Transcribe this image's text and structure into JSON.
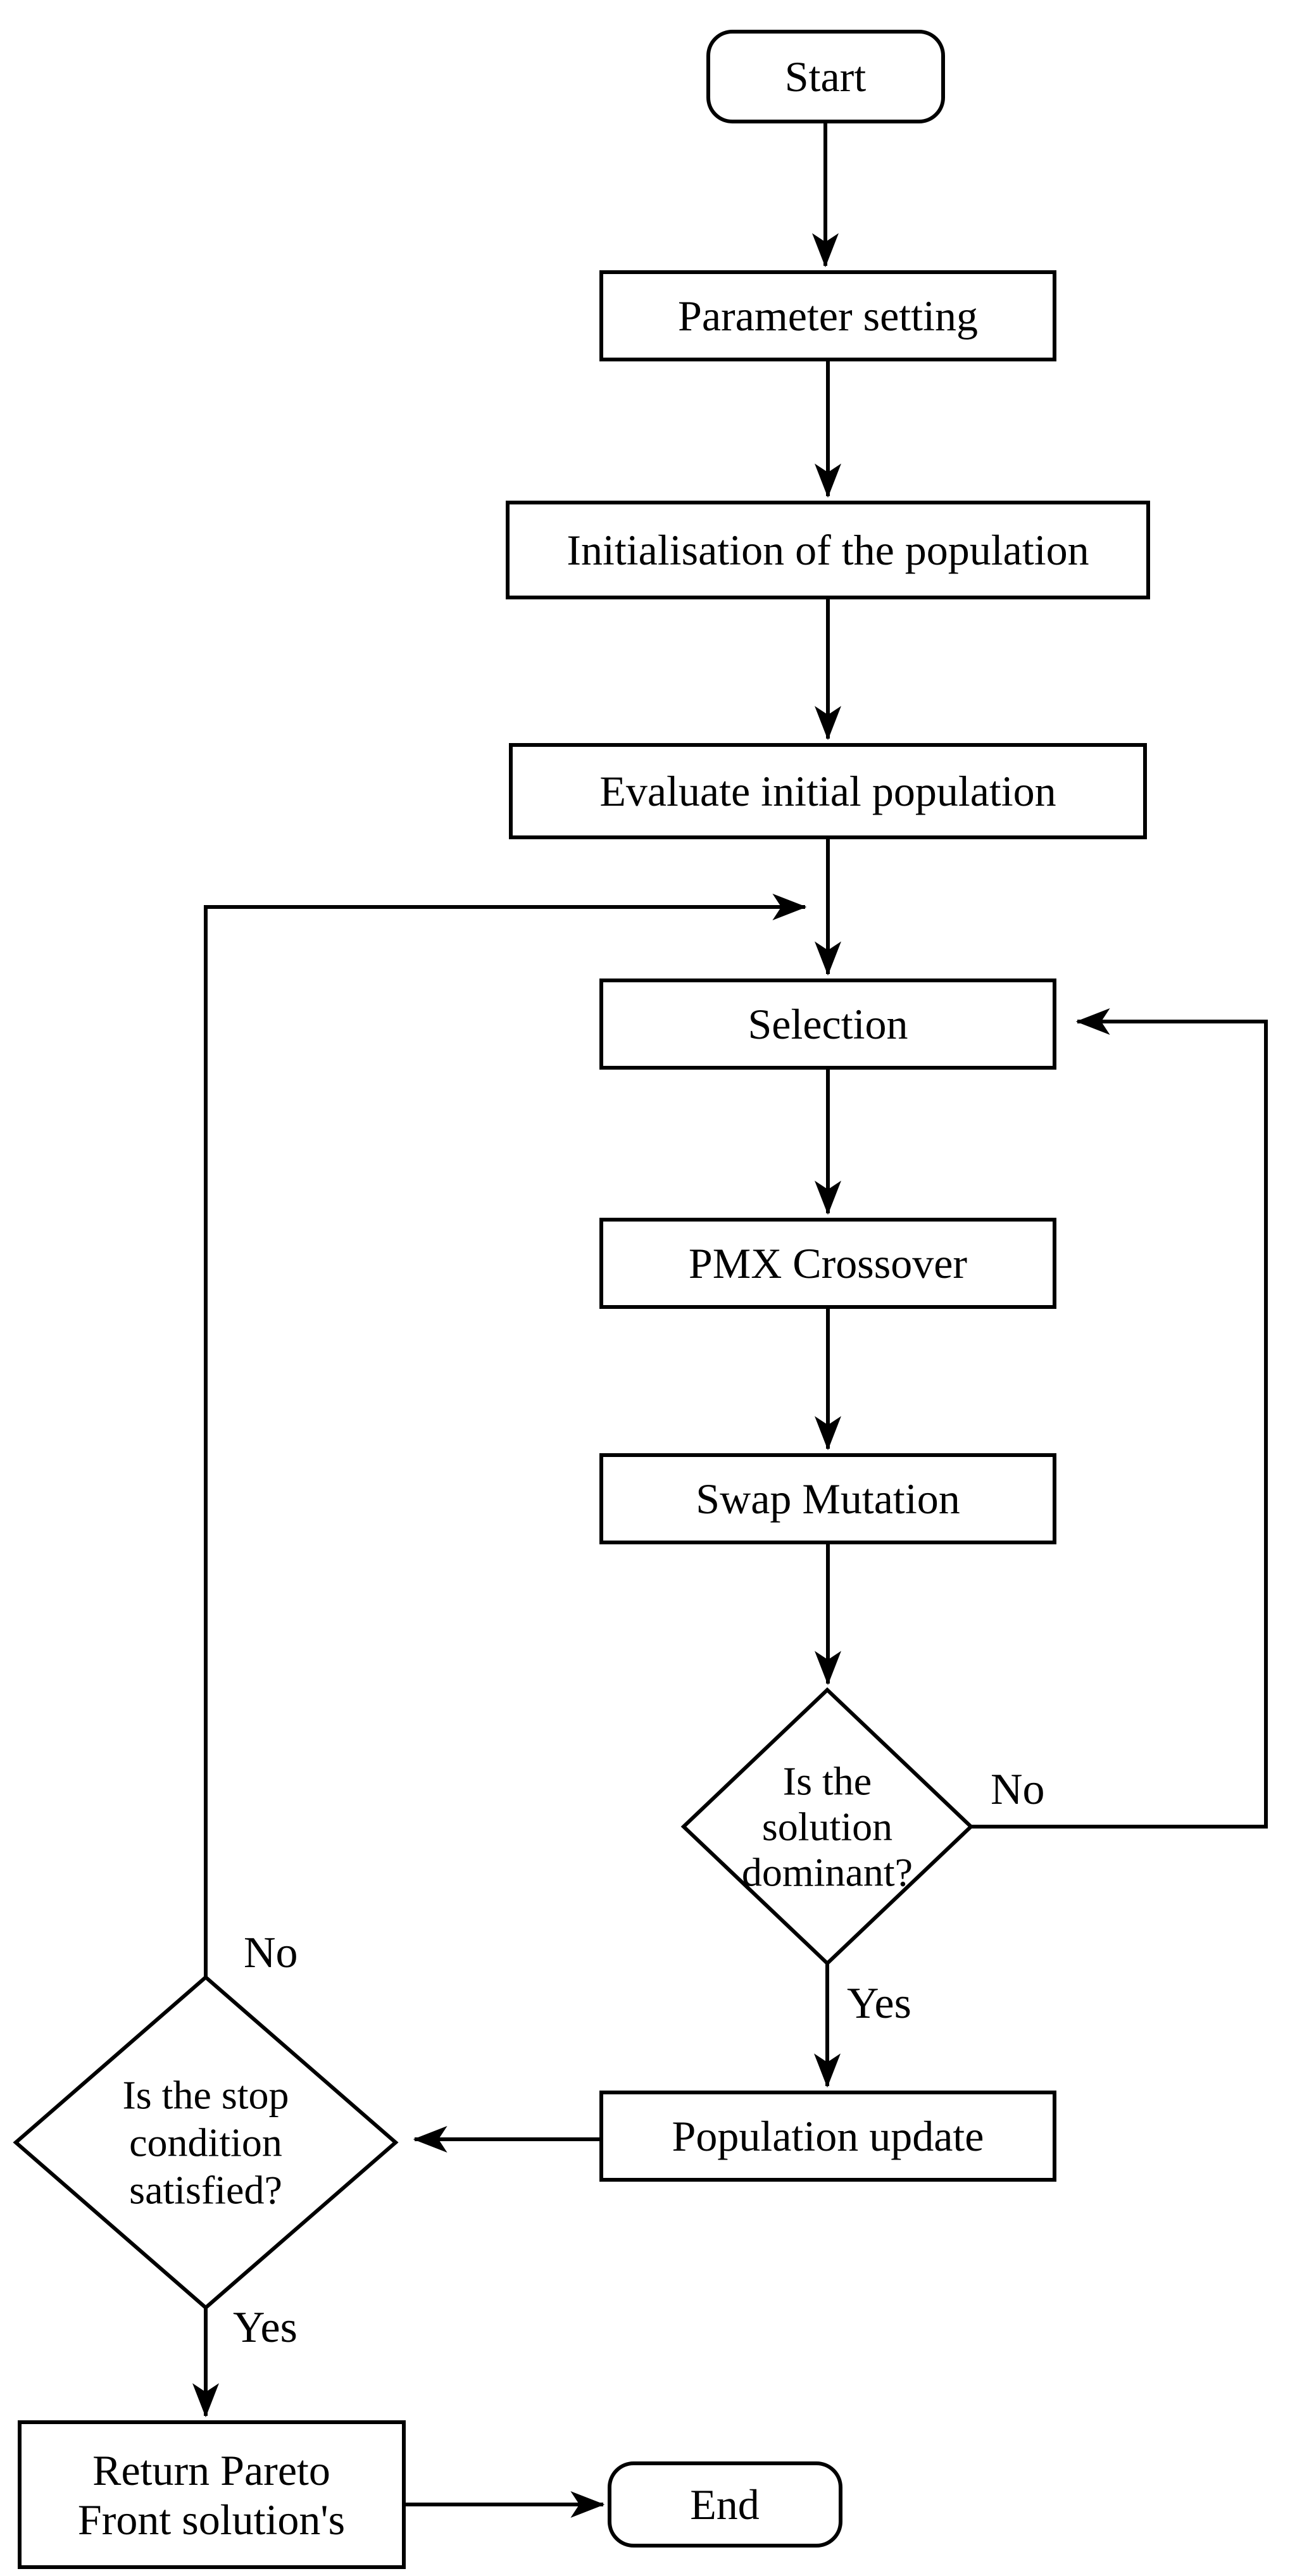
{
  "diagram": {
    "type": "flowchart",
    "description": "Multi-objective genetic algorithm workflow flowchart",
    "colors": {
      "background": "#ffffff",
      "stroke": "#000000",
      "shape_fill": "#ffffff",
      "text": "#000000"
    },
    "nodes": {
      "start": {
        "shape": "rounded-rectangle",
        "label": "Start"
      },
      "parameter_setting": {
        "shape": "rectangle",
        "label": "Parameter setting"
      },
      "initialisation": {
        "shape": "rectangle",
        "label": "Initialisation of the population"
      },
      "evaluate": {
        "shape": "rectangle",
        "label": "Evaluate initial population"
      },
      "selection": {
        "shape": "rectangle",
        "label": "Selection"
      },
      "pmx_crossover": {
        "shape": "rectangle",
        "label": "PMX Crossover"
      },
      "swap_mutation": {
        "shape": "rectangle",
        "label": "Swap Mutation"
      },
      "dominant_decision": {
        "shape": "diamond",
        "label": "Is the solution dominant?",
        "lines": [
          "Is the",
          "solution",
          "dominant?"
        ]
      },
      "population_update": {
        "shape": "rectangle",
        "label": "Population update"
      },
      "stop_decision": {
        "shape": "diamond",
        "label": "Is the stop condition satisfied?",
        "lines": [
          "Is the stop",
          "condition",
          "satisfied?"
        ]
      },
      "return_pareto": {
        "shape": "rectangle",
        "label": "Return Pareto Front solution's",
        "lines": [
          "Return Pareto",
          "Front solution's"
        ]
      },
      "end": {
        "shape": "rounded-rectangle",
        "label": "End"
      }
    },
    "edge_labels": {
      "dominant_no": "No",
      "dominant_yes": "Yes",
      "stop_no": "No",
      "stop_yes": "Yes"
    },
    "edges": [
      {
        "from": "start",
        "to": "parameter_setting",
        "label": ""
      },
      {
        "from": "parameter_setting",
        "to": "initialisation",
        "label": ""
      },
      {
        "from": "initialisation",
        "to": "evaluate",
        "label": ""
      },
      {
        "from": "evaluate",
        "to": "selection",
        "label": ""
      },
      {
        "from": "selection",
        "to": "pmx_crossover",
        "label": ""
      },
      {
        "from": "pmx_crossover",
        "to": "swap_mutation",
        "label": ""
      },
      {
        "from": "swap_mutation",
        "to": "dominant_decision",
        "label": ""
      },
      {
        "from": "dominant_decision",
        "to": "selection",
        "label": "No"
      },
      {
        "from": "dominant_decision",
        "to": "population_update",
        "label": "Yes"
      },
      {
        "from": "population_update",
        "to": "stop_decision",
        "label": ""
      },
      {
        "from": "stop_decision",
        "to": "selection",
        "label": "No"
      },
      {
        "from": "stop_decision",
        "to": "return_pareto",
        "label": "Yes"
      },
      {
        "from": "return_pareto",
        "to": "end",
        "label": ""
      }
    ]
  }
}
